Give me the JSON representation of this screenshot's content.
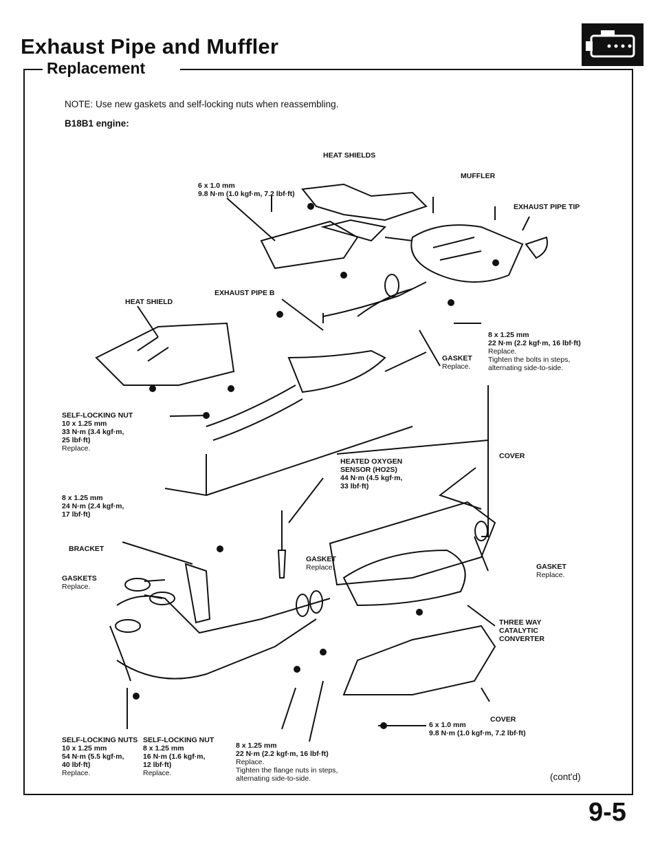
{
  "header": {
    "title": "Exhaust Pipe and Muffler",
    "subtitle": "Replacement"
  },
  "note": "NOTE:  Use new gaskets and self-locking nuts when reassembling.",
  "engine": "B18B1 engine:",
  "labels": {
    "heat_shields": "HEAT SHIELDS",
    "muffler": "MUFFLER",
    "bolt_6x1": "6 x 1.0 mm",
    "bolt_6x1_torque": "9.8 N·m (1.0 kgf·m, 7.2 lbf·ft)",
    "exhaust_pipe_tip": "EXHAUST PIPE TIP",
    "exhaust_pipe_b": "EXHAUST PIPE B",
    "heat_shield": "HEAT SHIELD",
    "bolt_8x125_a_size": "8 x 1.25 mm",
    "bolt_8x125_a_torque": "22 N·m (2.2 kgf·m, 16 lbf·ft)",
    "bolt_8x125_a_note1": "Replace.",
    "bolt_8x125_a_note2": "Tighten the bolts in steps,",
    "bolt_8x125_a_note3": "alternating side-to-side.",
    "gasket": "GASKET",
    "replace": "Replace.",
    "self_locking_nut": "SELF-LOCKING NUT",
    "nut_10_size": "10 x 1.25 mm",
    "nut_10_torque_a": "33 N·m (3.4 kgf·m,",
    "nut_10_torque_b": "25 lbf·ft)",
    "heated_oxygen_sensor_a": "HEATED OXYGEN",
    "heated_oxygen_sensor_b": "SENSOR (HO2S)",
    "ho2s_torque_a": "44 N·m (4.5 kgf·m,",
    "ho2s_torque_b": "33 lbf·ft)",
    "cover": "COVER",
    "bolt_8_bracket_size": "8 x 1.25 mm",
    "bolt_8_bracket_torque_a": "24 N·m (2.4 kgf·m,",
    "bolt_8_bracket_torque_b": "17 lbf·ft)",
    "bracket": "BRACKET",
    "gaskets": "GASKETS",
    "three_way_a": "THREE WAY",
    "three_way_b": "CATALYTIC",
    "three_way_c": "CONVERTER",
    "self_locking_nuts": "SELF-LOCKING NUTS",
    "nuts_10_torque_a": "54 N·m (5.5 kgf·m,",
    "nuts_10_torque_b": "40 lbf·ft)",
    "self_locking_nut_8_size": "8 x 1.25 mm",
    "self_locking_nut_8_torque_a": "16 N·m (1.6 kgf·m,",
    "self_locking_nut_8_torque_b": "12 lbf·ft)",
    "flange_size": "8 x 1.25 mm",
    "flange_torque": "22 N·m (2.2 kgf·m, 16 lbf·ft)",
    "flange_note1": "Replace.",
    "flange_note2": "Tighten the flange nuts in steps,",
    "flange_note3": "alternating side-to-side."
  },
  "continued": "(cont'd)",
  "page_number": "9-5",
  "logo_icon": "exhaust-section-icon"
}
